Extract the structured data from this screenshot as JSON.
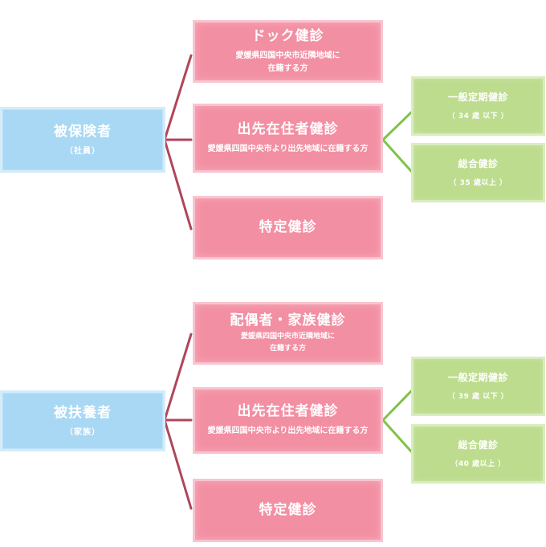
{
  "colors": {
    "blue_node": "#a9d8f4",
    "pink_node": "#f38fa3",
    "green_node": "#bddc8e",
    "connector_red": "#b04659",
    "connector_green": "#7ec347",
    "text": "#ffffff"
  },
  "groups": [
    {
      "root": {
        "title": "被保険者",
        "subtitle": "（社員）"
      },
      "branches": [
        {
          "title": "ドック健診",
          "detail_line1": "愛媛県四国中央市近隣地域に",
          "detail_line2": "在籍する方"
        },
        {
          "title": "出先在住者健診",
          "detail": "愛媛県四国中央市より出先地域に在籍する方"
        },
        {
          "title": "特定健診"
        }
      ],
      "leaves": [
        {
          "title": "一般定期健診",
          "note": "（ 34 歳 以下 ）"
        },
        {
          "title": "総合健診",
          "note": "（ 35 歳以上 ）"
        }
      ]
    },
    {
      "root": {
        "title": "被扶養者",
        "subtitle": "（家族）"
      },
      "branches": [
        {
          "title": "配偶者・家族健診",
          "detail_line1": "愛媛県四国中央市近隣地域に",
          "detail_line2": "在籍する方"
        },
        {
          "title": "出先在住者健診",
          "detail": "愛媛県四国中央市より出先地域に在籍する方"
        },
        {
          "title": "特定健診"
        }
      ],
      "leaves": [
        {
          "title": "一般定期健診",
          "note": "（ 39 歳 以下 ）"
        },
        {
          "title": "総合健診",
          "note": "（40 歳以上 ）"
        }
      ]
    }
  ]
}
